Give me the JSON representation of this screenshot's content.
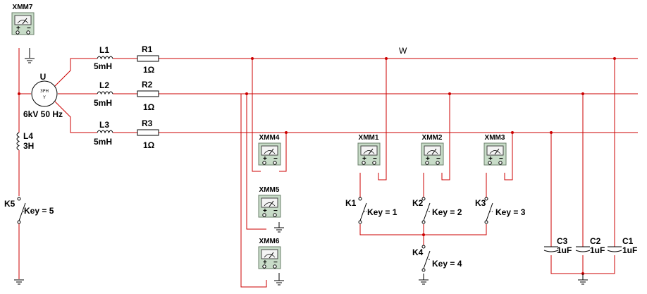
{
  "net_label": "W",
  "source": {
    "ref": "U",
    "spec": "6kV 50 Hz",
    "glyph_top": "3PH",
    "glyph_bottom": "Y"
  },
  "inductors": [
    {
      "ref": "L1",
      "value": "5mH"
    },
    {
      "ref": "L2",
      "value": "5mH"
    },
    {
      "ref": "L3",
      "value": "5mH"
    },
    {
      "ref": "L4",
      "value": "3H"
    }
  ],
  "resistors": [
    {
      "ref": "R1",
      "value": "1Ω"
    },
    {
      "ref": "R2",
      "value": "1Ω"
    },
    {
      "ref": "R3",
      "value": "1Ω"
    }
  ],
  "capacitors": [
    {
      "ref": "C3",
      "value": "1uF"
    },
    {
      "ref": "C2",
      "value": "1uF"
    },
    {
      "ref": "C1",
      "value": "1uF"
    }
  ],
  "meters": [
    "XMM7",
    "XMM4",
    "XMM5",
    "XMM6",
    "XMM1",
    "XMM2",
    "XMM3"
  ],
  "switches": [
    {
      "ref": "K5",
      "key": "Key = 5"
    },
    {
      "ref": "K1",
      "key": "Key = 1"
    },
    {
      "ref": "K2",
      "key": "Key = 2"
    },
    {
      "ref": "K3",
      "key": "Key = 3"
    },
    {
      "ref": "K4",
      "key": "Key = 4"
    }
  ],
  "meter_terminals": {
    "plus": "+",
    "minus": "−"
  }
}
